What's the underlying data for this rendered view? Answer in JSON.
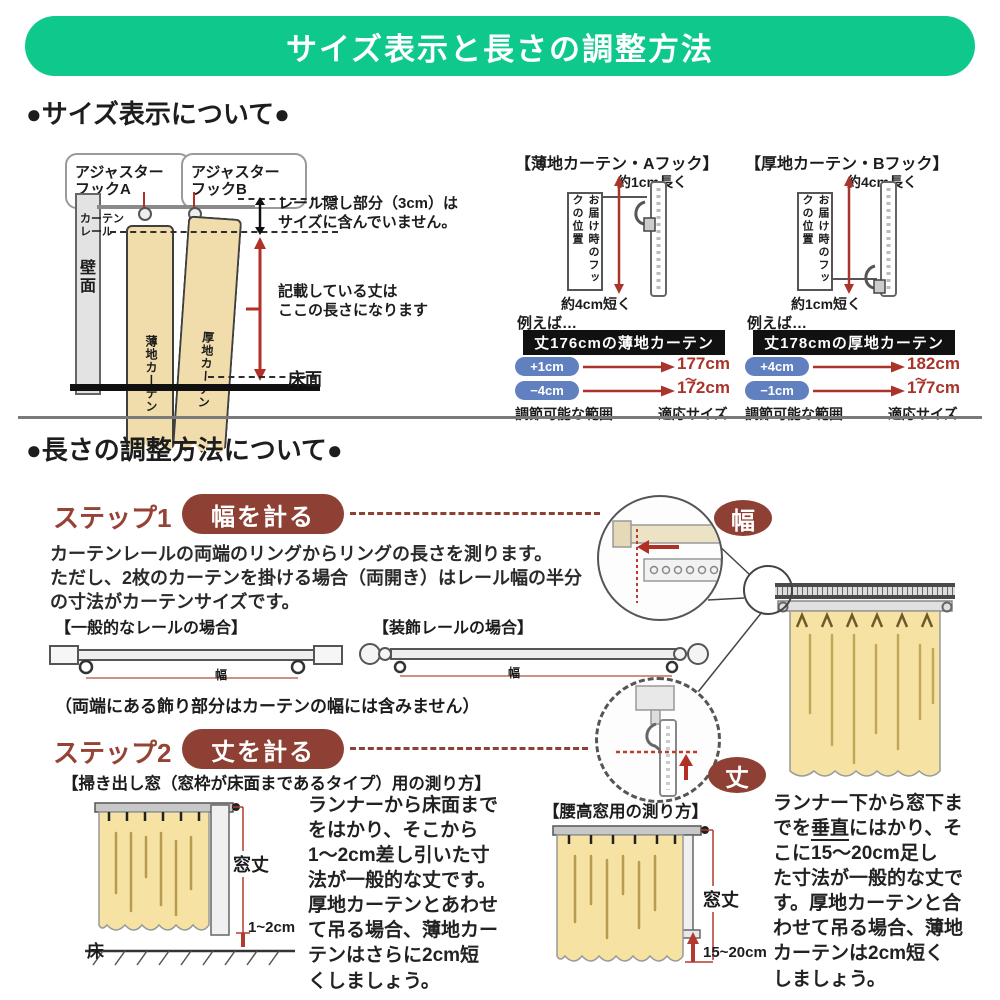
{
  "banner": {
    "title": "サイズ表示と長さの調整方法"
  },
  "size_section": {
    "heading": "●サイズ表示について●",
    "wall": {
      "hook_a_bubble": "アジャスター\nフックA",
      "hook_b_bubble": "アジャスター\nフックB",
      "rail_label": "カーテン\nレール",
      "wall_label": "壁面",
      "thin_curtain": "薄地カーテン",
      "thick_curtain": "厚地カーテン",
      "rail_note": "レール隠し部分（3cm）は\nサイズに含んでいません。",
      "length_note": "記載している丈は\nここの長さになります",
      "floor_label": "床面"
    },
    "hooks": [
      {
        "title": "【薄地カーテン・Aフック】",
        "longer": "約1cm長く",
        "shorter": "約4cm短く",
        "box_label": "お届け時のフックの位置",
        "example_intro": "例えば…",
        "example_title": "丈176cmの薄地カーテン",
        "plus_pill": "+1cm",
        "plus_result": "177cm",
        "tilde": "～",
        "minus_pill": "−4cm",
        "minus_result": "172cm",
        "range_label": "調節可能な範囲",
        "fit_label": "適応サイズ"
      },
      {
        "title": "【厚地カーテン・Bフック】",
        "longer": "約4cm長く",
        "shorter": "約1cm短く",
        "box_label": "お届け時のフックの位置",
        "example_intro": "例えば…",
        "example_title": "丈178cmの厚地カーテン",
        "plus_pill": "+4cm",
        "plus_result": "182cm",
        "tilde": "～",
        "minus_pill": "−1cm",
        "minus_result": "177cm",
        "range_label": "調節可能な範囲",
        "fit_label": "適応サイズ"
      }
    ]
  },
  "adjust_section": {
    "heading": "●長さの調整方法について●",
    "step1": {
      "label": "ステップ1",
      "badge": "幅を計る",
      "body": "カーテンレールの両端のリングからリングの長さを測ります。\nただし、2枚のカーテンを掛ける場合（両開き）はレール幅の半分\nの寸法がカーテンサイズです。",
      "normal_rail_title": "【一般的なレールの場合】",
      "deco_rail_title": "【装飾レールの場合】",
      "width_mark": "幅",
      "note": "（両端にある飾り部分はカーテンの幅には含みません）"
    },
    "width_badge": "幅",
    "length_badge": "丈",
    "step2": {
      "label": "ステップ2",
      "badge": "丈を計る",
      "sweep_title": "【掃き出し窓（窓枠が床面まであるタイプ）用の測り方】",
      "sweep_window_label": "窓丈",
      "sweep_offset": "1~2cm",
      "sweep_floor": "床",
      "sweep_body": "ランナーから床面まで\nをはかり、そこから\n1～2cm差し引いた寸\n法が一般的な丈です。\n厚地カーテンとあわせ\nて吊る場合、薄地カー\nテンはさらに2cm短\nくしましょう。",
      "waist_title": "【腰高窓用の測り方】",
      "waist_window_label": "窓丈",
      "waist_offset": "15~20cm",
      "waist_body": "ランナー下から窓下ま\nでを垂直にはかり、そ\nこに15～20cm足し\nた寸法が一般的な丈で\nす。厚地カーテンと合\nわせて吊る場合、薄地\nカーテンは2cm短く\nしましょう。"
    }
  },
  "colors": {
    "accent_green": "#0fc98c",
    "accent_red": "#8d4033",
    "pill_blue": "#6180c0"
  }
}
